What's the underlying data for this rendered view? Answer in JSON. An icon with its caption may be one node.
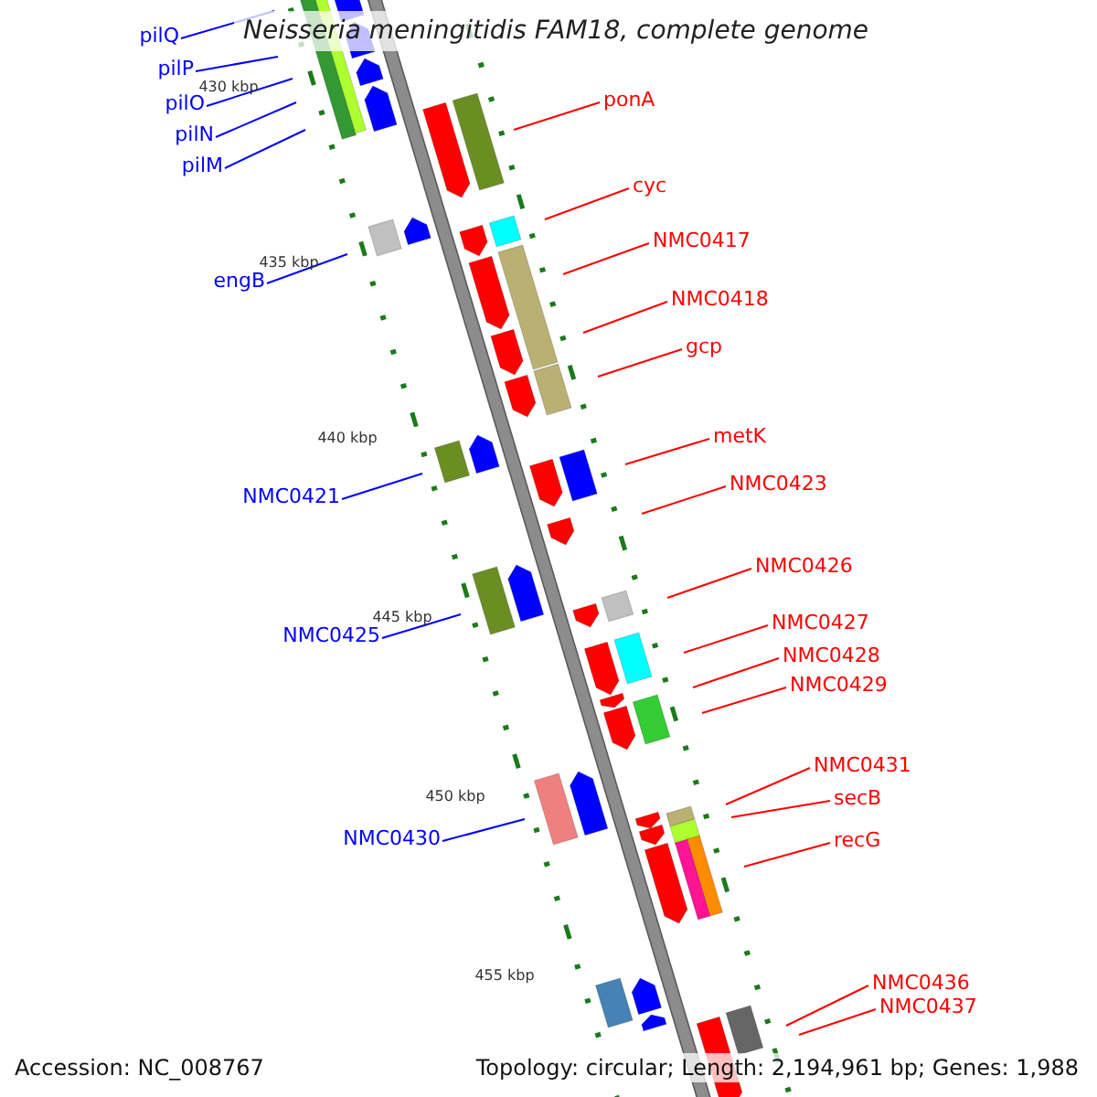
{
  "diagram": {
    "title": "Neisseria meningitidis FAM18, complete genome",
    "nodes": [
      {
        "text": [
          "pilQ"
        ]
      },
      {
        "text": [
          "pilP"
        ]
      },
      {
        "text": [
          "ponA"
        ]
      },
      {
        "text": [
          "pilO"
        ]
      },
      {
        "text": [
          "pilN"
        ]
      },
      {
        "text": [
          "pilM"
        ]
      },
      {
        "text": [
          "cyc"
        ]
      },
      {
        "text": [
          "NMC0417"
        ]
      },
      {
        "text": [
          "engB"
        ]
      },
      {
        "text": [
          "NMC0418"
        ]
      },
      {
        "text": [
          "gcp"
        ]
      },
      {
        "text": [
          "metK"
        ]
      },
      {
        "text": [
          "NMC0423"
        ]
      },
      {
        "text": [
          "NMC0421"
        ]
      },
      {
        "text": [
          "NMC0426"
        ]
      },
      {
        "text": [
          "NMC0427"
        ]
      },
      {
        "text": [
          "NMC0425"
        ]
      },
      {
        "text": [
          "NMC0428"
        ]
      },
      {
        "text": [
          "NMC0429"
        ]
      },
      {
        "text": [
          "NMC0431"
        ]
      },
      {
        "text": [
          "secB"
        ]
      },
      {
        "text": [
          "NMC0430"
        ]
      },
      {
        "text": [
          "recG"
        ]
      },
      {
        "text": [
          "NMC0436"
        ]
      },
      {
        "text": [
          "NMC0437"
        ]
      }
    ],
    "edges": [
      {
        "from": 0,
        "to": null,
        "arrow": "none",
        "color": "#0000ff"
      },
      {
        "from": 1,
        "to": null,
        "arrow": "none",
        "color": "#0000ff"
      },
      {
        "from": 2,
        "to": null,
        "arrow": "none"
      },
      {
        "from": 3,
        "to": null,
        "arrow": "none",
        "color": "#0000ff"
      },
      {
        "from": 4,
        "to": null,
        "arrow": "none",
        "color": "#0000ff"
      },
      {
        "from": 5,
        "to": null,
        "arrow": "none",
        "color": "#0000ff"
      },
      {
        "from": 6,
        "to": null,
        "arrow": "none"
      },
      {
        "from": 7,
        "to": null,
        "arrow": "none"
      },
      {
        "from": 8,
        "to": null,
        "arrow": "none",
        "color": "#0000ff"
      },
      {
        "from": 9,
        "to": null,
        "arrow": "none"
      },
      {
        "from": 10,
        "to": null,
        "arrow": "none"
      },
      {
        "from": 11,
        "to": null,
        "arrow": "none"
      },
      {
        "from": 12,
        "to": null,
        "arrow": "none"
      },
      {
        "from": 13,
        "to": null,
        "arrow": "none",
        "color": "#0000ff"
      },
      {
        "from": 14,
        "to": null,
        "arrow": "none"
      },
      {
        "from": 15,
        "to": null,
        "arrow": "none"
      },
      {
        "from": 16,
        "to": null,
        "arrow": "none",
        "color": "#0000ff"
      },
      {
        "from": 17,
        "to": null,
        "arrow": "none"
      },
      {
        "from": 18,
        "to": null,
        "arrow": "none"
      },
      {
        "from": 19,
        "to": null,
        "arrow": "none"
      },
      {
        "from": 20,
        "to": null,
        "arrow": "none"
      },
      {
        "from": 21,
        "to": null,
        "arrow": "none",
        "color": "#0000ff"
      },
      {
        "from": 22,
        "to": null,
        "arrow": "none"
      },
      {
        "from": 23,
        "to": null,
        "arrow": "none"
      },
      {
        "from": 24,
        "to": null,
        "arrow": "none"
      }
    ],
    "labels": [
      "430 kbp",
      "435 kbp",
      "440 kbp",
      "445 kbp",
      "450 kbp",
      "455 kbp",
      "Accession: NC_008767",
      "Topology: circular; Length: 2,194,961 bp; Genes: 1,988"
    ]
  }
}
